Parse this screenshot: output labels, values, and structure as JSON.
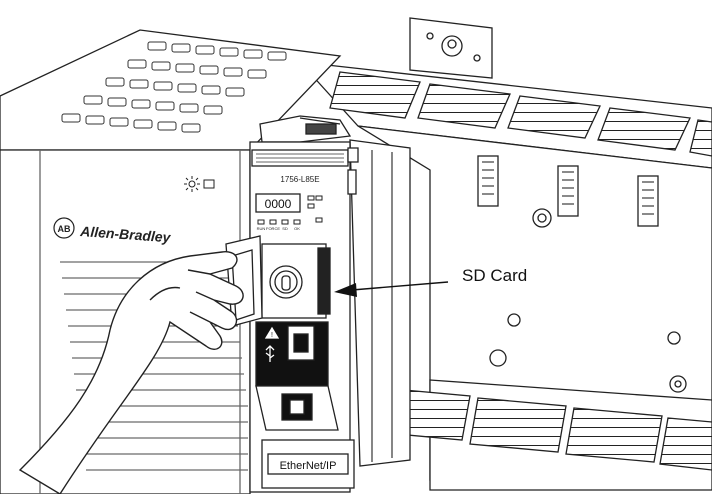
{
  "callout": {
    "label": "SD Card"
  },
  "module": {
    "catalog_number": "1756-L85E",
    "display_readout": "0000",
    "status_indicators": [
      "RUN",
      "FORCE",
      "SD",
      "OK"
    ],
    "network_label": "EtherNet/IP"
  },
  "brand": {
    "badge": "AB",
    "name": "Allen-Bradley"
  }
}
